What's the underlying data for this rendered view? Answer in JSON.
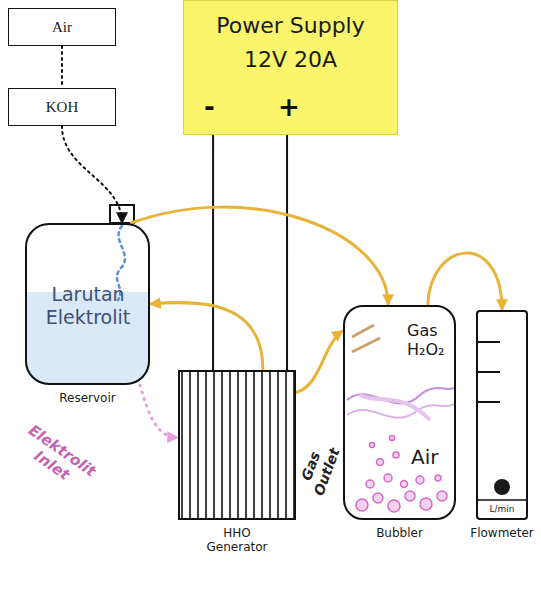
{
  "diagram": {
    "nodes": [
      {
        "text": [
          "Air"
        ]
      },
      {
        "text": [
          "KOH"
        ]
      },
      {
        "text": [
          "Power Supply",
          "12V 20A"
        ]
      },
      {
        "text": [
          "Larutan Elektrolit",
          "Reservoir"
        ]
      },
      {
        "text": [
          "HHO Generator"
        ]
      },
      {
        "text": [
          "Gas H₂O₂",
          "Air",
          "Bubbler"
        ]
      },
      {
        "text": [
          "L/min",
          "Flowmeter"
        ]
      }
    ],
    "edges": [
      {
        "from": 0,
        "to": 1,
        "arrow": "none"
      },
      {
        "from": 1,
        "to": 3,
        "arrow": "to"
      },
      {
        "from": 2,
        "to": 4,
        "arrow": "none"
      },
      {
        "from": 2,
        "to": 4,
        "arrow": "none"
      },
      {
        "from": 3,
        "to": 4,
        "arrow": "to",
        "label": "Elektrolit Inlet"
      },
      {
        "from": 4,
        "to": 3,
        "arrow": "to"
      },
      {
        "from": 3,
        "to": 5,
        "arrow": "to"
      },
      {
        "from": 4,
        "to": 5,
        "arrow": "to",
        "label": "Gas Outlet"
      },
      {
        "from": 5,
        "to": 6,
        "arrow": "to"
      }
    ],
    "labels": [
      "-",
      "+"
    ]
  }
}
